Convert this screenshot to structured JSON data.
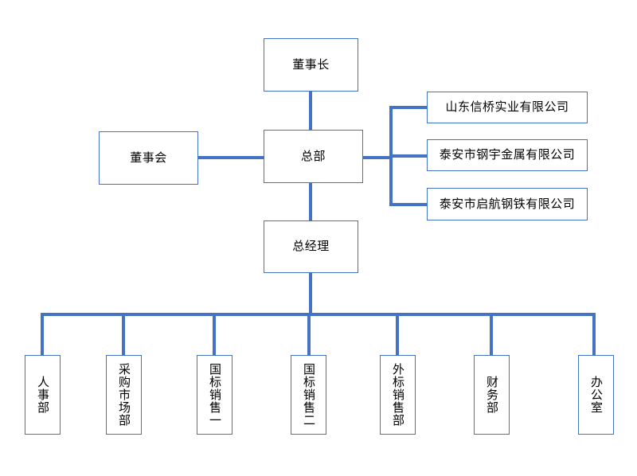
{
  "chart": {
    "title": "",
    "type": "org-chart",
    "line_color": "#4472C4",
    "box_border_color": "#4472C4",
    "box_fill_color": "#FFFFFF",
    "text_color": "#000000"
  },
  "nodes": {
    "chairman": {
      "label": "董事长"
    },
    "board": {
      "label": "董事会"
    },
    "headquarters": {
      "label": "总部"
    },
    "general_manager": {
      "label": "总经理"
    },
    "subsidiaries": [
      {
        "label": "山东信桥实业有限公司"
      },
      {
        "label": "泰安市钢宇金属有限公司"
      },
      {
        "label": "泰安市启航钢铁有限公司"
      }
    ],
    "departments": [
      {
        "label": "人事部"
      },
      {
        "label": "采购市场部"
      },
      {
        "label": "国标销售一"
      },
      {
        "label": "国标销售二"
      },
      {
        "label": "外标销售部"
      },
      {
        "label": "财务部"
      },
      {
        "label": "办公室"
      }
    ]
  }
}
